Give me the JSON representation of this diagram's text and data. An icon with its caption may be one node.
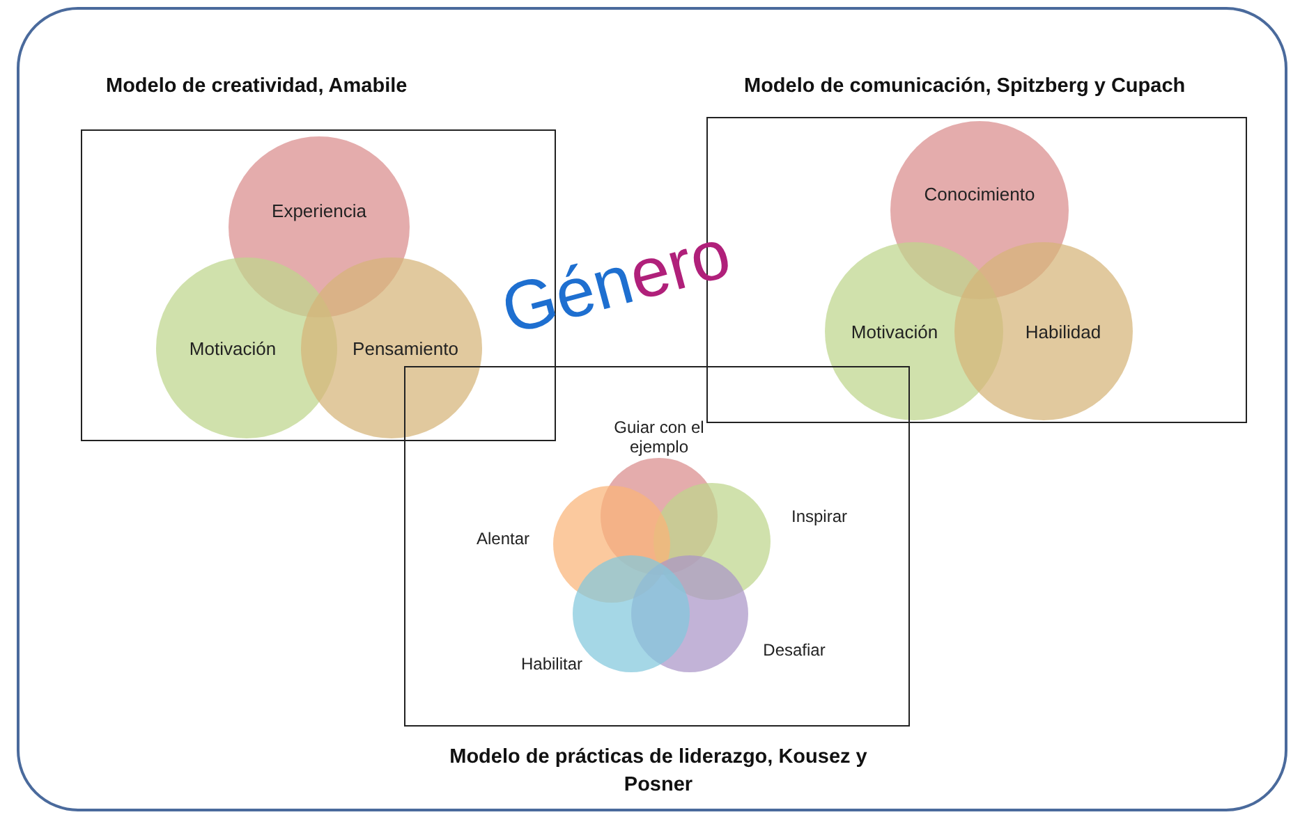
{
  "diagram": {
    "nodes": [
      {
        "text": [
          "Modelo de creatividad, Amabile"
        ]
      },
      {
        "text": [
          "Experiencia"
        ],
        "in": 0
      },
      {
        "text": [
          "Motivación"
        ],
        "in": 0
      },
      {
        "text": [
          "Pensamiento"
        ],
        "in": 0
      },
      {
        "text": [
          "Modelo de comunicación, Spitzberg y Cupach"
        ]
      },
      {
        "text": [
          "Conocimiento"
        ],
        "in": 4
      },
      {
        "text": [
          "Motivación"
        ],
        "in": 4
      },
      {
        "text": [
          "Habilidad"
        ],
        "in": 4
      },
      {
        "text": [
          "Modelo de prácticas de liderazgo, Kousez y Posner"
        ]
      },
      {
        "text": [],
        "shape": "circle",
        "in": 8,
        "beside": [
          "Guiar con el ejemplo"
        ]
      },
      {
        "text": [],
        "shape": "circle",
        "in": 8,
        "beside": [
          "Inspirar"
        ]
      },
      {
        "text": [],
        "shape": "circle",
        "in": 8,
        "beside": [
          "Alentar"
        ]
      },
      {
        "text": [],
        "shape": "circle",
        "in": 8,
        "beside": [
          "Desafiar"
        ]
      },
      {
        "text": [],
        "shape": "circle",
        "in": 8,
        "beside": [
          "Habilitar"
        ]
      }
    ],
    "edges": [],
    "labels": [
      "Género"
    ]
  }
}
